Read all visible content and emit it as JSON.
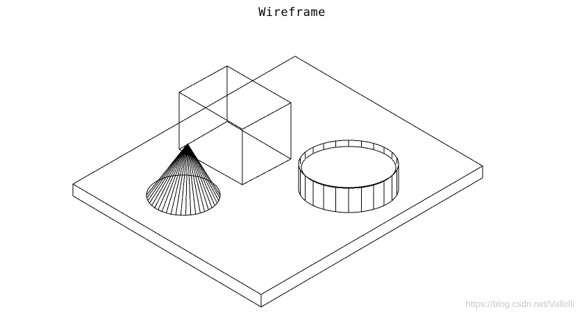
{
  "title": "Wireframe",
  "watermark": "https://blog.csdn.net/Vallelli",
  "colors": {
    "line": "#000000",
    "background": "#ffffff",
    "watermark": "#c8c8c8"
  },
  "objects": [
    "plate",
    "box",
    "cone",
    "cylinder"
  ]
}
